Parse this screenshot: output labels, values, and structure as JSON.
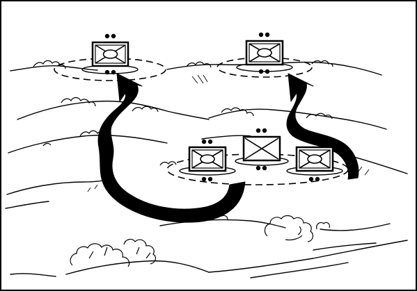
{
  "figure": {
    "border_color": "#000000",
    "background": "#ffffff",
    "ink_color": "#000000",
    "units": [
      {
        "id": "objective-left",
        "symbol": "mechanized-infantry",
        "echelon": "section"
      },
      {
        "id": "objective-right",
        "symbol": "mechanized-infantry",
        "echelon": "section"
      },
      {
        "id": "base-left",
        "symbol": "mechanized-infantry",
        "echelon": "section"
      },
      {
        "id": "base-center",
        "symbol": "infantry",
        "echelon": "none"
      },
      {
        "id": "base-right",
        "symbol": "mechanized-infantry",
        "echelon": "section"
      }
    ],
    "arrows": [
      {
        "id": "left-route",
        "from": "base-left",
        "to": "objective-left"
      },
      {
        "id": "right-route",
        "from": "base-right",
        "to": "objective-right"
      }
    ]
  }
}
